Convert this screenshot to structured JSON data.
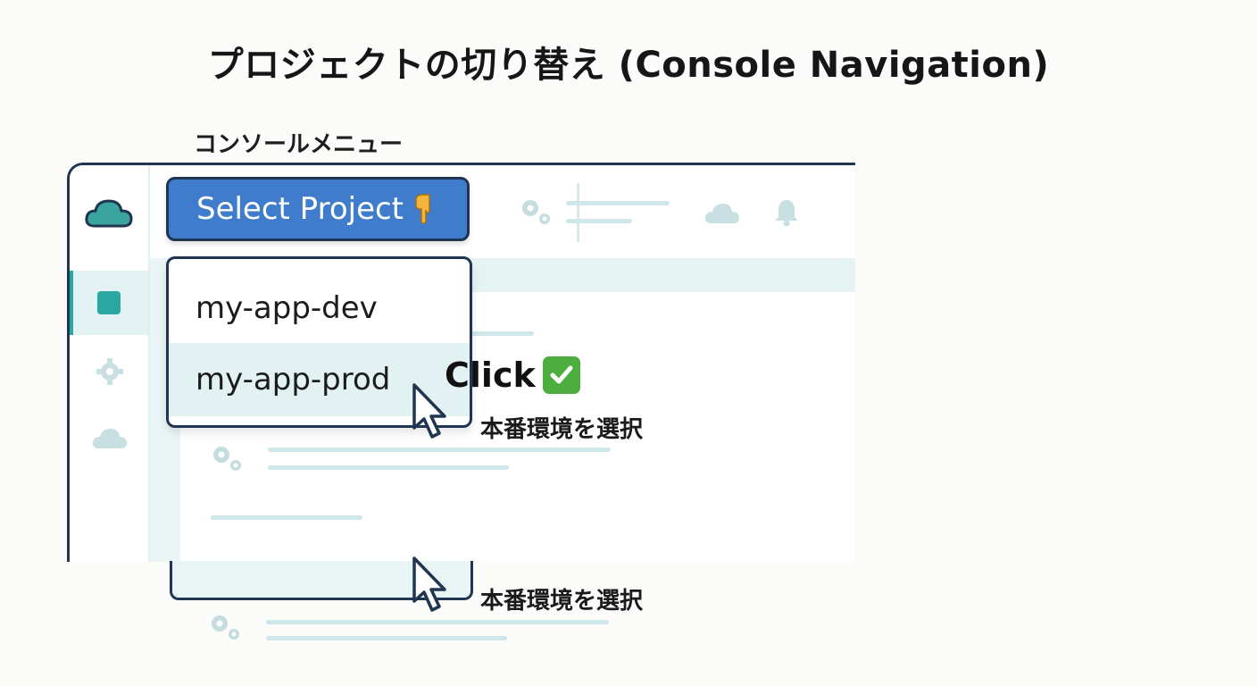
{
  "page": {
    "title": "プロジェクトの切り替え (Console Navigation)",
    "menu_label": "コンソールメニュー"
  },
  "console": {
    "logo_icon": "cloud-icon",
    "sidebar_icons": [
      "square-icon",
      "gear-icon",
      "cloud-icon"
    ],
    "topbar_icons": [
      "gears-icon",
      "cloud-icon",
      "bell-icon"
    ],
    "select_button": {
      "label": "Select Project",
      "icon": "pointing-hand-icon"
    },
    "dropdown": {
      "items": [
        "my-app-dev",
        "my-app-prod"
      ],
      "selected_index": 1
    }
  },
  "annotations": {
    "click_text": "Click",
    "check_icon": "check-mark-icon",
    "select_note": "本番環境を選択",
    "select_note_repeat": "本番環境を選択"
  },
  "colors": {
    "accent": "#3f7ccc",
    "teal": "#2aa7a0",
    "border": "#1f3552",
    "highlight": "#e2f1f1",
    "check": "#4cae3c"
  }
}
